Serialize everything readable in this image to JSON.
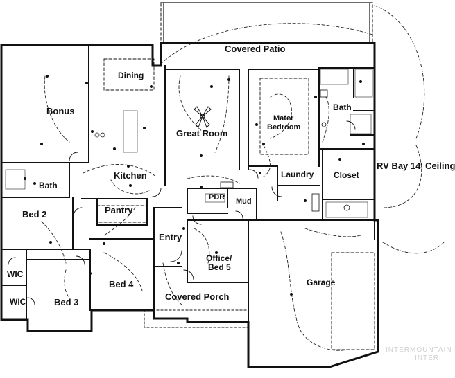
{
  "rooms": {
    "covered_patio": "Covered Patio",
    "dining": "Dining",
    "bonus": "Bonus",
    "great_room": "Great Room",
    "master_bedroom_line1": "Mater",
    "master_bedroom_line2": "Bedroom",
    "bath_master": "Bath",
    "rv_bay": "RV Bay  14' Ceiling",
    "kitchen": "Kitchen",
    "laundry": "Laundry",
    "closet": "Closet",
    "bath_hall": "Bath",
    "pantry": "Pantry",
    "pdr": "PDR",
    "mud": "Mud",
    "bed2": "Bed 2",
    "entry": "Entry",
    "office_line1": "Office/",
    "office_line2": "Bed 5",
    "wic_upper": "WIC",
    "bed4": "Bed 4",
    "garage": "Garage",
    "wic_lower": "WIC",
    "bed3": "Bed 3",
    "covered_porch": "Covered Porch"
  },
  "watermark": {
    "line1": "INTERMOUNTAIN",
    "line2": "INTERI"
  }
}
